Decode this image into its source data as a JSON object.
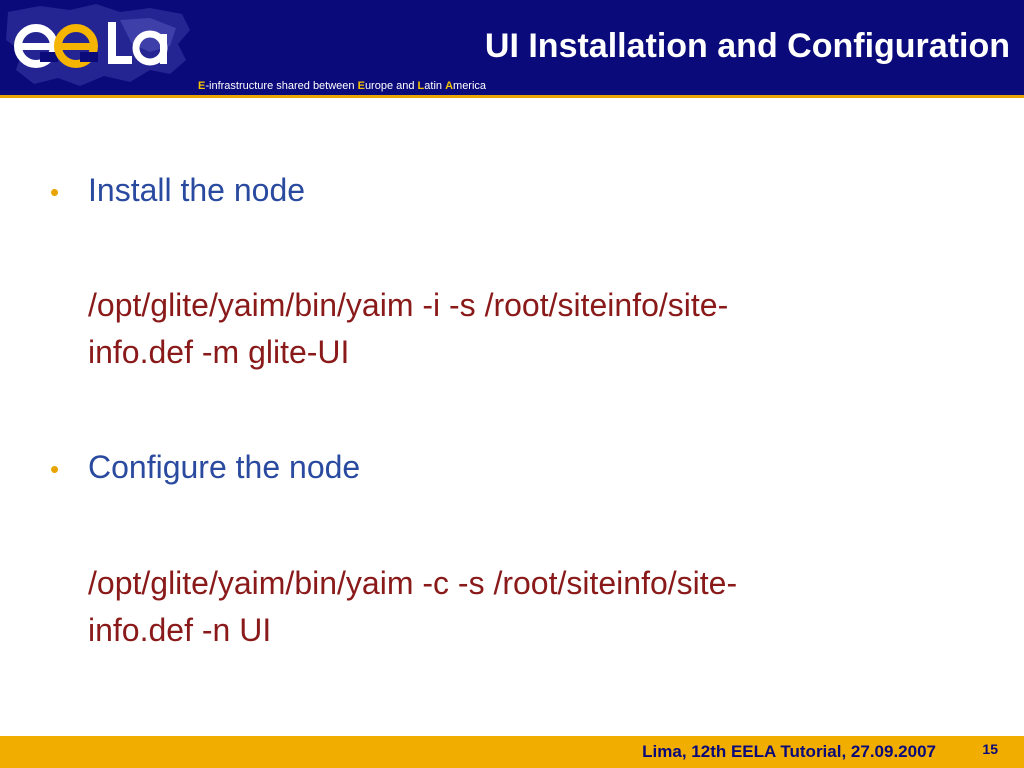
{
  "header": {
    "title": "UI Installation and Configuration",
    "tagline": {
      "e1": "E",
      "t1": "-infrastructure shared between ",
      "e2": "E",
      "t2": "urope and ",
      "e3": "L",
      "t3": "atin ",
      "e4": "A",
      "t4": "merica"
    },
    "logo_text": "ee LA"
  },
  "content": {
    "bullets": [
      {
        "label": "Install the node",
        "command_line1": "/opt/glite/yaim/bin/yaim -i -s /root/siteinfo/site-",
        "command_line2": "info.def -m glite-UI"
      },
      {
        "label": "Configure the node",
        "command_line1": "/opt/glite/yaim/bin/yaim -c -s /root/siteinfo/site-",
        "command_line2": "info.def  -n UI"
      }
    ],
    "bullet_symbol": "•"
  },
  "footer": {
    "text": "Lima, 12th EELA Tutorial, 27.09.2007",
    "page_number": "15"
  },
  "colors": {
    "header_bg": "#0a0a7a",
    "accent": "#e8a400",
    "bullet_text": "#2a4aa0",
    "command_text": "#8a1a1a",
    "footer_bg": "#f2ae00"
  }
}
